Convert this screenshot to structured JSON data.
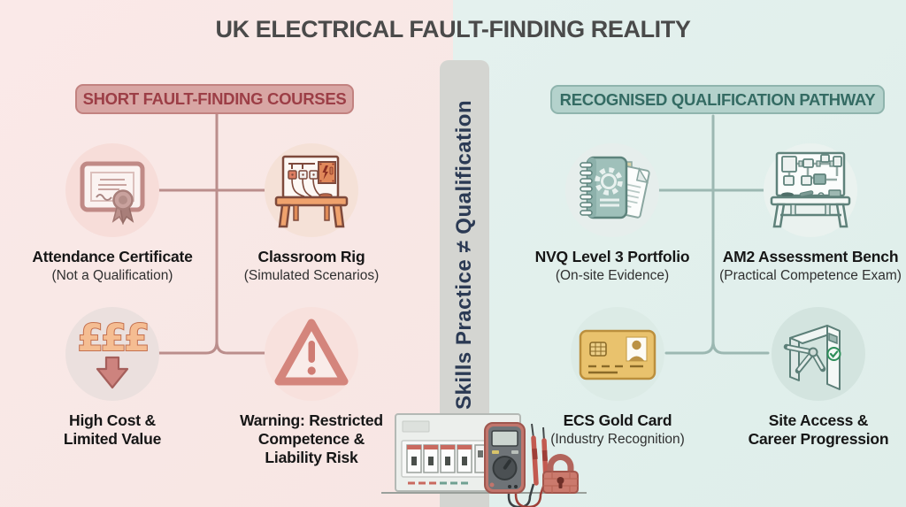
{
  "title": "UK ELECTRICAL FAULT-FINDING REALITY",
  "divider": {
    "label": "Skills Practice ≠ Qualification"
  },
  "left": {
    "header": "SHORT FAULT-FINDING COURSES",
    "items": [
      {
        "icon": "certificate-icon",
        "label": "Attendance Certificate",
        "sublabel": "(Not a Qualification)"
      },
      {
        "icon": "classroom-rig-icon",
        "label": "Classroom Rig",
        "sublabel": "(Simulated Scenarios)"
      },
      {
        "icon": "pound-sterling-cost-icon",
        "label": "High Cost &\nLimited Value"
      },
      {
        "icon": "warning-triangle-icon",
        "label": "Warning: Restricted\nCompetence &\nLiability Risk"
      }
    ]
  },
  "right": {
    "header": "RECOGNISED QUALIFICATION PATHWAY",
    "items": [
      {
        "icon": "portfolio-icon",
        "label": "NVQ Level 3 Portfolio",
        "sublabel": "(On-site Evidence)"
      },
      {
        "icon": "assessment-bench-icon",
        "label": "AM2 Assessment Bench",
        "sublabel": "(Practical Competence Exam)"
      },
      {
        "icon": "gold-card-icon",
        "label": "ECS Gold Card",
        "sublabel": "(Industry Recognition)"
      },
      {
        "icon": "turnstile-icon",
        "label": "Site Access &\nCareer Progression"
      }
    ]
  },
  "footer_illustration": {
    "parts": [
      "consumer-unit",
      "multimeter",
      "test-probes",
      "padlock"
    ]
  },
  "colors": {
    "bg_left": "#f9e9e7",
    "bg_right": "#e2efec",
    "divider_bar": "#d4d5d1",
    "divider_text": "#2b3a54",
    "left_header_bg": "#d8a6a4",
    "left_header_text": "#9c3e46",
    "right_header_bg": "#b4d2cc",
    "right_header_text": "#346b63",
    "left_connector": "#bb8e8c",
    "right_connector": "#9cb8b2",
    "title_text": "#4a4a4a"
  }
}
